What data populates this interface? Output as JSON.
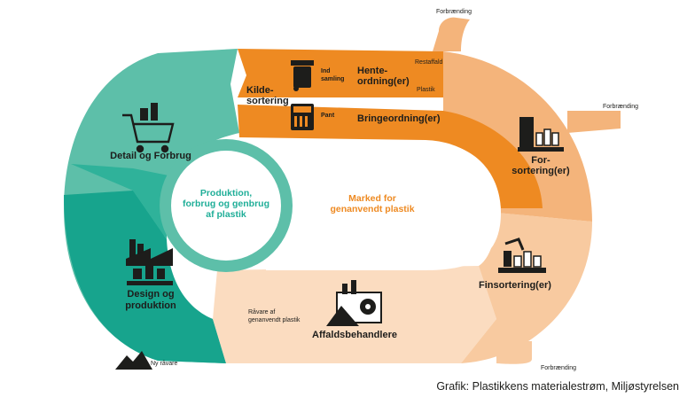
{
  "center": {
    "text": "Produktion,\nforbrug og genbrug\naf plastik",
    "color": "#1fae98"
  },
  "market": {
    "text": "Marked for\ngenanvendt plastik",
    "color": "#ee8a22"
  },
  "stages": {
    "detail": "Detail og Forbrug",
    "design": "Design og\nproduktion",
    "kilde": "Kilde-\nsortering",
    "hente": "Hente-\nordning(er)",
    "bringe": "Bringeordning(er)",
    "forsortering": "For-\nsortering(er)",
    "finsortering": "Finsortering(er)",
    "affald": "Affaldsbehandlere"
  },
  "small_labels": {
    "ind_samling": "Ind\nsamling",
    "pant": "Pant",
    "restaffald": "Restaffald",
    "plastik": "Plastik",
    "raavare": "Råvare af\ngenanvendt plastik",
    "ny_raavare": "Ny råvare",
    "forbraending_top": "Forbrænding",
    "forbraending_right": "Forbrænding",
    "forbraending_bottom": "Forbrænding"
  },
  "caption": "Grafik: Plastikkens materialestrøm, Miljøstyrelsen",
  "colors": {
    "teal_light": "#5dbfa9",
    "teal_mid": "#2fb29a",
    "teal_dark": "#17a48d",
    "orange": "#ee8a22",
    "peach": "#f4b47b",
    "peach_light": "#f8caa0",
    "cream": "#fbdcc0",
    "icon": "#1d1d1b"
  }
}
